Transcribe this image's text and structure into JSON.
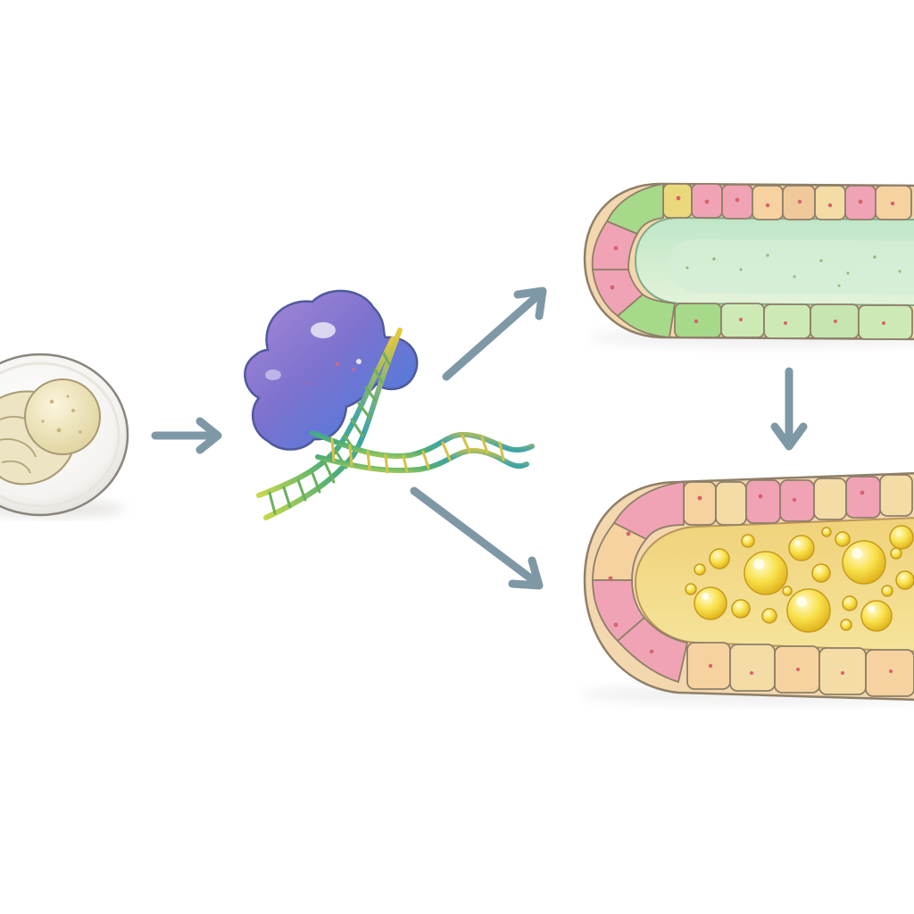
{
  "diagram": {
    "title": "",
    "nodes": [
      {
        "id": "embryo",
        "icon": "embryo-in-egg-icon"
      },
      {
        "id": "protein-dna",
        "icon": "protein-binding-dna-icon"
      },
      {
        "id": "healthy-gut",
        "icon": "healthy-intestine-segment-icon"
      },
      {
        "id": "fatty-gut",
        "icon": "lipid-filled-intestine-segment-icon"
      }
    ],
    "edges": [
      {
        "from": "embryo",
        "to": "protein-dna"
      },
      {
        "from": "protein-dna",
        "to": "healthy-gut"
      },
      {
        "from": "protein-dna",
        "to": "fatty-gut"
      },
      {
        "from": "healthy-gut",
        "to": "fatty-gut"
      }
    ]
  },
  "colors": {
    "arrow": "#7f98a6",
    "protein_purple": "#8d72c4",
    "protein_blue": "#4d84de",
    "dna_green": "#5ab36a",
    "dna_yellow": "#e3c93a",
    "epithelium_pink": "#f0a3b5",
    "epithelium_green": "#a6d98a",
    "lipid_yellow": "#f6dc3c"
  }
}
